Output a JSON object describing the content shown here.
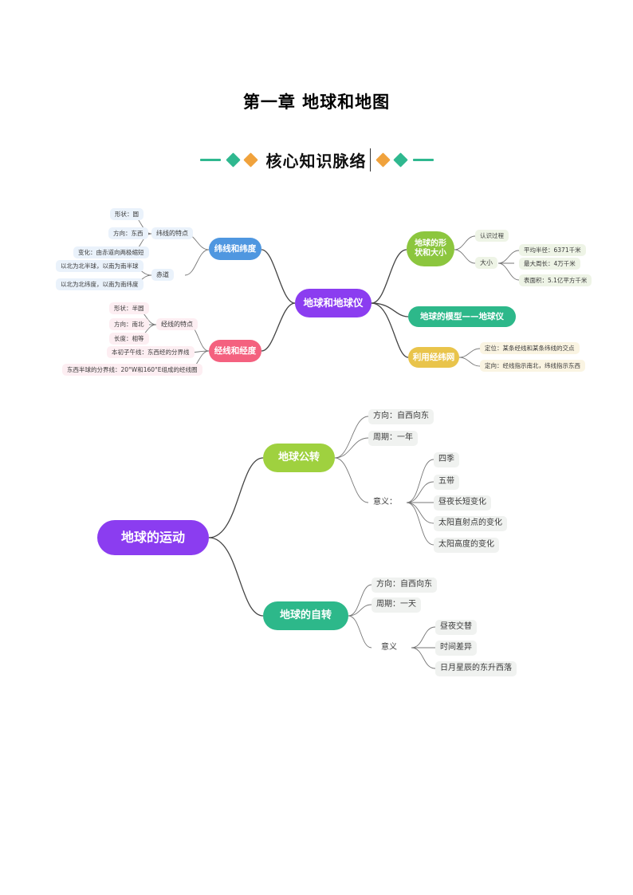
{
  "header": {
    "doc_title": "第一章 地球和地图",
    "subtitle": "核心知识脉络",
    "decor": {
      "line_color": "#2fb88f",
      "diamond_teal": "#2fb88f",
      "diamond_orange": "#f0a23c"
    }
  },
  "map1": {
    "root": "地球和地球仪",
    "root_color": "#8b3df0",
    "left": {
      "b1": {
        "label": "纬线和纬度",
        "color": "#4f97e0",
        "sub1": {
          "label": "纬线的特点",
          "items": [
            "形状：圆",
            "方向：东西",
            "变化：由赤道向两极缩短"
          ]
        },
        "sub2": {
          "label": "赤道",
          "items": [
            "以北为北半球，以南为南半球",
            "以北为北纬度，以南为南纬度"
          ]
        }
      },
      "b2": {
        "label": "经线和经度",
        "color": "#f4617f",
        "sub1": {
          "label": "经线的特点",
          "items": [
            "形状：半圆",
            "方向：南北",
            "长度：相等"
          ]
        },
        "extras": [
          "本初子午线：东西经的分界线",
          "东西半球的分界线：20°W和160°E组成的经线圈"
        ]
      }
    },
    "right": {
      "b1": {
        "label": "地球的形\n状和大小",
        "label_line1": "地球的形",
        "label_line2": "状和大小",
        "color": "#8cc63e",
        "items": [
          "认识过程"
        ],
        "size": {
          "label": "大小",
          "items": [
            "平均半径：6371千米",
            "最大周长：4万千米",
            "表面积：5.1亿平方千米"
          ]
        }
      },
      "b2": {
        "label": "地球的模型——地球仪",
        "color": "#2db88a"
      },
      "b3": {
        "label": "利用经纬网",
        "color": "#e9c44b",
        "items": [
          "定位：某条经线和某条纬线的交点",
          "定向：经线指示南北，纬线指示东西"
        ]
      }
    }
  },
  "map2": {
    "root": "地球的运动",
    "root_color": "#8b3df0",
    "b1": {
      "label": "地球公转",
      "color": "#9fd13f",
      "items": [
        "方向：自西向东",
        "周期：一年"
      ],
      "meaning": {
        "label": "意义：",
        "items": [
          "四季",
          "五带",
          "昼夜长短变化",
          "太阳直射点的变化",
          "太阳高度的变化"
        ]
      }
    },
    "b2": {
      "label": "地球的自转",
      "color": "#2db88a",
      "items": [
        "方向：自西向东",
        "周期：一天"
      ],
      "meaning": {
        "label": "意义",
        "items": [
          "昼夜交替",
          "时间差异",
          "日月星辰的东升西落"
        ]
      }
    }
  }
}
